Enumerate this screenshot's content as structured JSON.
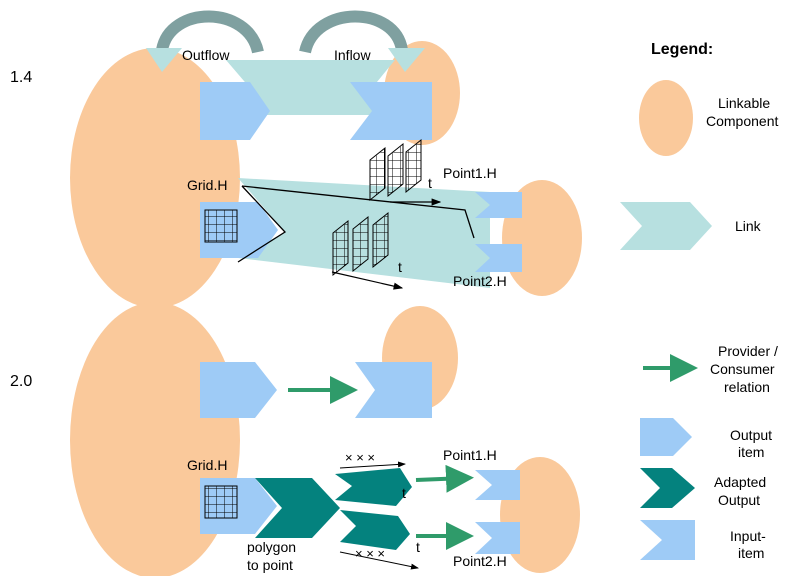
{
  "colors": {
    "component": "#FAC99B",
    "link": "#B7E0E0",
    "output_item": "#9ECBF6",
    "adapted_output": "#04827E",
    "relation_arrow": "#2F9B6A",
    "arc": "#7FA0A0"
  },
  "sections": {
    "v14": "1.4",
    "v20": "2.0"
  },
  "top": {
    "outflow": "Outflow",
    "inflow": "Inflow",
    "grid": "Grid.H",
    "point1": "Point1.H",
    "point2": "Point2.H",
    "t1": "t",
    "t2": "t"
  },
  "bottom": {
    "grid": "Grid.H",
    "point1": "Point1.H",
    "point2": "Point2.H",
    "t1": "t",
    "t2": "t",
    "polygon_1": "polygon",
    "polygon_2": "to point",
    "marks_top": "× × ×",
    "marks_bottom": "× × ×"
  },
  "legend": {
    "title": "Legend:",
    "linkable_1": "Linkable",
    "linkable_2": "Component",
    "link": "Link",
    "relation_1": "Provider /",
    "relation_2": "Consumer",
    "relation_3": "relation",
    "output_1": "Output",
    "output_2": "item",
    "adapted_1": "Adapted",
    "adapted_2": "Output",
    "input_1": "Input-",
    "input_2": "item"
  }
}
